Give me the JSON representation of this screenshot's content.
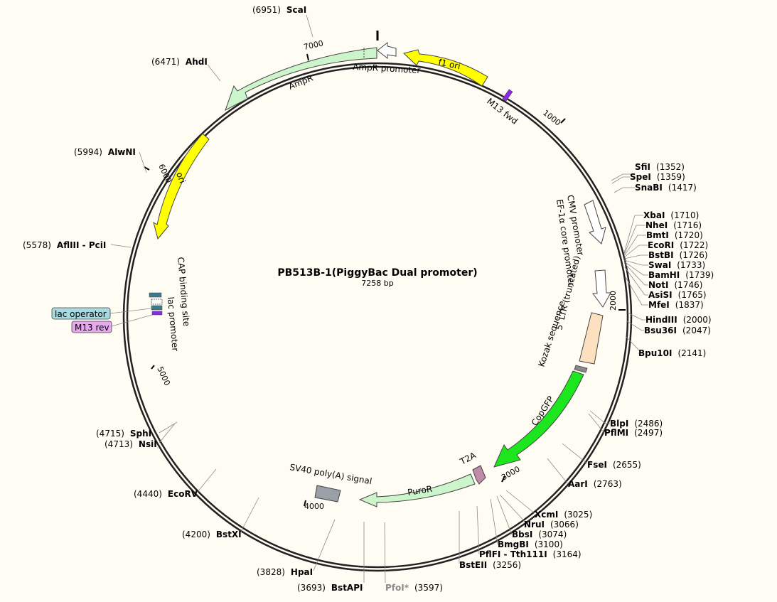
{
  "title": "PB513B-1(PiggyBac Dual promoter)",
  "length_label": "7258 bp",
  "tick_labels": [
    "1000",
    "2000",
    "3000",
    "4000",
    "5000",
    "6000",
    "7000"
  ],
  "enzymes": [
    {
      "name": "ScaI",
      "pos": "(6951)"
    },
    {
      "name": "AhdI",
      "pos": "(6471)"
    },
    {
      "name": "AlwNI",
      "pos": "(5994)"
    },
    {
      "name": "AflIII - PciI",
      "pos": "(5578)"
    },
    {
      "name": "SphI",
      "pos": "(4715)"
    },
    {
      "name": "NsiI",
      "pos": "(4713)"
    },
    {
      "name": "EcoRV",
      "pos": "(4440)"
    },
    {
      "name": "BstXI",
      "pos": "(4200)"
    },
    {
      "name": "HpaI",
      "pos": "(3828)"
    },
    {
      "name": "BstAPI",
      "pos": "(3693)"
    },
    {
      "name": "PfoI*",
      "pos": "(3597)"
    },
    {
      "name": "SfiI",
      "pos": "(1352)"
    },
    {
      "name": "SpeI",
      "pos": "(1359)"
    },
    {
      "name": "SnaBI",
      "pos": "(1417)"
    },
    {
      "name": "XbaI",
      "pos": "(1710)"
    },
    {
      "name": "NheI",
      "pos": "(1716)"
    },
    {
      "name": "BmtI",
      "pos": "(1720)"
    },
    {
      "name": "EcoRI",
      "pos": "(1722)"
    },
    {
      "name": "BstBI",
      "pos": "(1726)"
    },
    {
      "name": "SwaI",
      "pos": "(1733)"
    },
    {
      "name": "BamHI",
      "pos": "(1739)"
    },
    {
      "name": "NotI",
      "pos": "(1746)"
    },
    {
      "name": "AsiSI",
      "pos": "(1765)"
    },
    {
      "name": "MfeI",
      "pos": "(1837)"
    },
    {
      "name": "HindIII",
      "pos": "(2000)"
    },
    {
      "name": "Bsu36I",
      "pos": "(2047)"
    },
    {
      "name": "Bpu10I",
      "pos": "(2141)"
    },
    {
      "name": "BlpI",
      "pos": "(2486)"
    },
    {
      "name": "PflMI",
      "pos": "(2497)"
    },
    {
      "name": "FseI",
      "pos": "(2655)"
    },
    {
      "name": "AarI",
      "pos": "(2763)"
    },
    {
      "name": "XcmI",
      "pos": "(3025)"
    },
    {
      "name": "NruI",
      "pos": "(3066)"
    },
    {
      "name": "BbsI",
      "pos": "(3074)"
    },
    {
      "name": "BmgBI",
      "pos": "(3100)"
    },
    {
      "name": "PflFI - Tth111I",
      "pos": "(3164)"
    },
    {
      "name": "BstEII",
      "pos": "(3256)"
    }
  ],
  "features": [
    {
      "name": "f1 ori",
      "color": "#ffff00"
    },
    {
      "name": "AmpR promoter",
      "color": "#ffffff"
    },
    {
      "name": "AmpR",
      "color": "#ccf5cc"
    },
    {
      "name": "ori",
      "color": "#ffff00"
    },
    {
      "name": "M13 fwd",
      "color": "#8a2be2"
    },
    {
      "name": "CMV promoter",
      "color": "#ffffff"
    },
    {
      "name": "EF-1α core promoter",
      "color": "#ffffff"
    },
    {
      "name": "5' LTR (truncated)",
      "color": "#fde0c0"
    },
    {
      "name": "Kozak sequence",
      "color": "#888888"
    },
    {
      "name": "CopGFP",
      "color": "#1ee61e"
    },
    {
      "name": "T2A",
      "color": "#c08aa8"
    },
    {
      "name": "PuroR",
      "color": "#ccf5cc"
    },
    {
      "name": "SV40 poly(A) signal",
      "color": "#9aa0a8"
    },
    {
      "name": "CAP binding site",
      "color": "#3c7a8c"
    },
    {
      "name": "lac promoter",
      "color": "#ffffff"
    },
    {
      "name": "lac operator",
      "color": "#a8d8e0"
    },
    {
      "name": "M13 rev",
      "color": "#e8a8f0"
    }
  ]
}
